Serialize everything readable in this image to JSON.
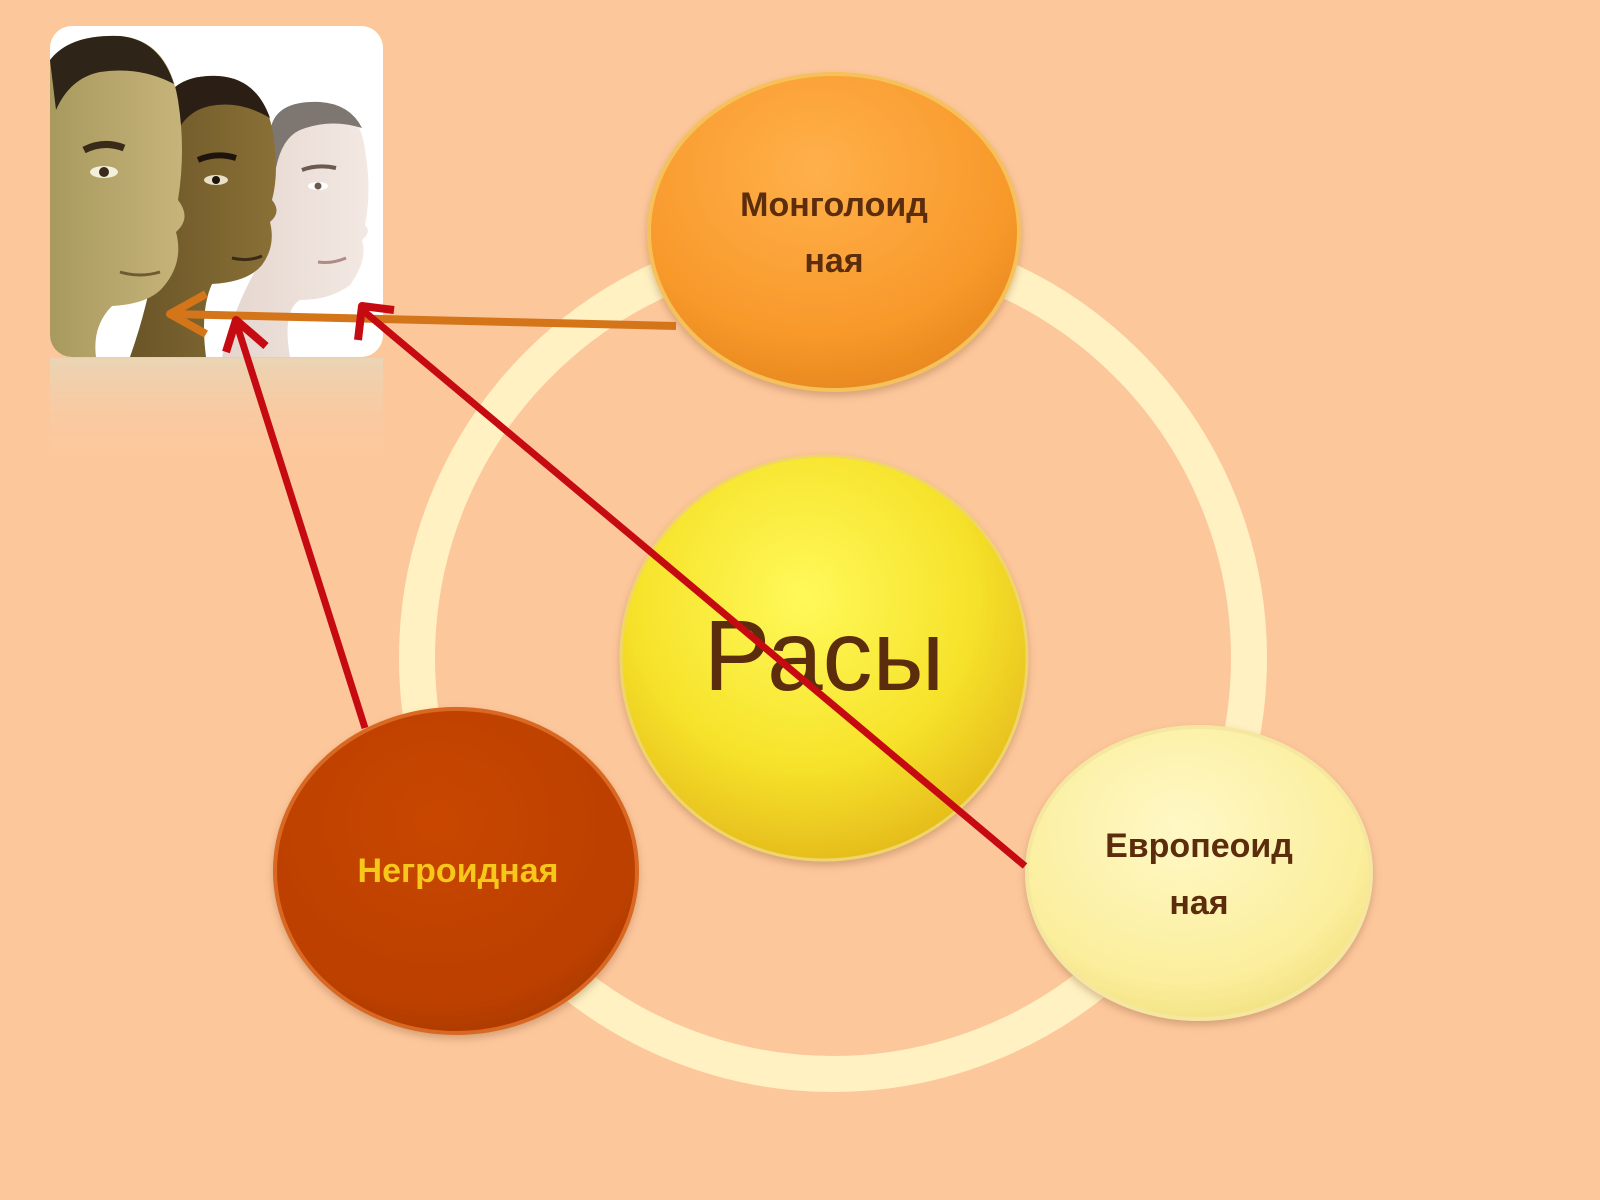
{
  "diagram": {
    "center_label": "Расы",
    "nodes": [
      {
        "id": "mongoloid",
        "line1": "Монголоид",
        "line2": "ная"
      },
      {
        "id": "negroid",
        "line1": "Негроидная",
        "line2": ""
      },
      {
        "id": "europeoid",
        "line1": "Европеоид",
        "line2": "ная"
      }
    ]
  },
  "colors": {
    "background": "#FDC79C",
    "ring": "#FFF1C2",
    "center_fill": "#F5E02A",
    "mongoloid_fill": "#F89A2C",
    "negroid_fill": "#BF4200",
    "europeoid_fill": "#FBEE9C",
    "arrow_red": "#C60A12",
    "arrow_orange": "#D4751A",
    "dark_text": "#5B2D0C",
    "negroid_text": "#F7C71A"
  },
  "icons": {
    "faces_image": "three-human-heads-illustration"
  }
}
